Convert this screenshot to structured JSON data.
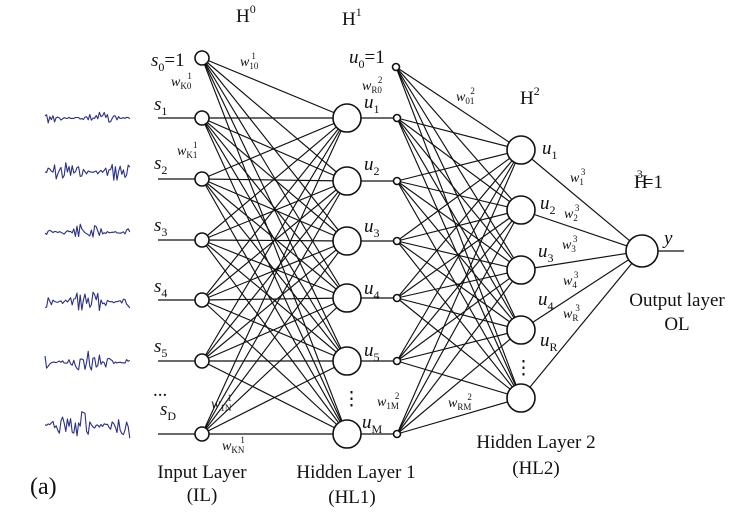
{
  "figure": {
    "panel_label": "(a)",
    "layer_headers": {
      "h0": "H",
      "h0_sup": "0",
      "h1": "H",
      "h1_sup": "1",
      "h2": "H",
      "h2_sup": "2",
      "h3": "H",
      "h3_sup": "3",
      "h3_rest": "=1"
    },
    "layer_captions": {
      "input": [
        "Input Layer",
        "(IL)"
      ],
      "hidden1": [
        "Hidden Layer 1",
        "(HL1)"
      ],
      "hidden2": [
        "Hidden Layer 2",
        "(HL2)"
      ],
      "output": [
        "Output layer",
        "OL"
      ]
    },
    "input_nodes": [
      {
        "v": "s",
        "sub": "0",
        "suffix": "=1"
      },
      {
        "v": "s",
        "sub": "1"
      },
      {
        "v": "s",
        "sub": "2"
      },
      {
        "v": "s",
        "sub": "3"
      },
      {
        "v": "s",
        "sub": "4"
      },
      {
        "v": "s",
        "sub": "5"
      },
      {
        "v": "s",
        "sub": "D"
      }
    ],
    "input_ellipsis": "...",
    "hidden1_nodes": [
      {
        "v": "u",
        "sub": "0",
        "suffix": "=1"
      },
      {
        "v": "u",
        "sub": "1"
      },
      {
        "v": "u",
        "sub": "2"
      },
      {
        "v": "u",
        "sub": "3"
      },
      {
        "v": "u",
        "sub": "4"
      },
      {
        "v": "u",
        "sub": "5"
      },
      {
        "v": "u",
        "sub": "M"
      }
    ],
    "hidden2_nodes": [
      {
        "v": "u",
        "sub": "1"
      },
      {
        "v": "u",
        "sub": "2"
      },
      {
        "v": "u",
        "sub": "3"
      },
      {
        "v": "u",
        "sub": "4"
      },
      {
        "v": "u",
        "sub": "R"
      }
    ],
    "vertical_ellipsis": "⋮",
    "output_label": "y",
    "weights_layer1": [
      {
        "w": "w",
        "sub": "10",
        "sup": "1"
      },
      {
        "w": "w",
        "sub": "K0",
        "sup": "1"
      },
      {
        "w": "w",
        "sub": "K1",
        "sup": "1"
      },
      {
        "w": "w",
        "sub": "1N",
        "sup": "1"
      },
      {
        "w": "w",
        "sub": "KN",
        "sup": "1"
      }
    ],
    "weights_layer2": [
      {
        "w": "w",
        "sub": "R0",
        "sup": "2"
      },
      {
        "w": "w",
        "sub": "01",
        "sup": "2"
      },
      {
        "w": "w",
        "sub": "1M",
        "sup": "2"
      },
      {
        "w": "w",
        "sub": "RM",
        "sup": "2"
      }
    ],
    "weights_output": [
      {
        "w": "w",
        "sub": "1",
        "sup": "3"
      },
      {
        "w": "w",
        "sub": "2",
        "sup": "3"
      },
      {
        "w": "w",
        "sub": "3",
        "sup": "3"
      },
      {
        "w": "w",
        "sub": "4",
        "sup": "3"
      },
      {
        "w": "w",
        "sub": "R",
        "sup": "3"
      }
    ],
    "colors": {
      "signal": "#2a2f86",
      "ink": "#111111"
    }
  }
}
